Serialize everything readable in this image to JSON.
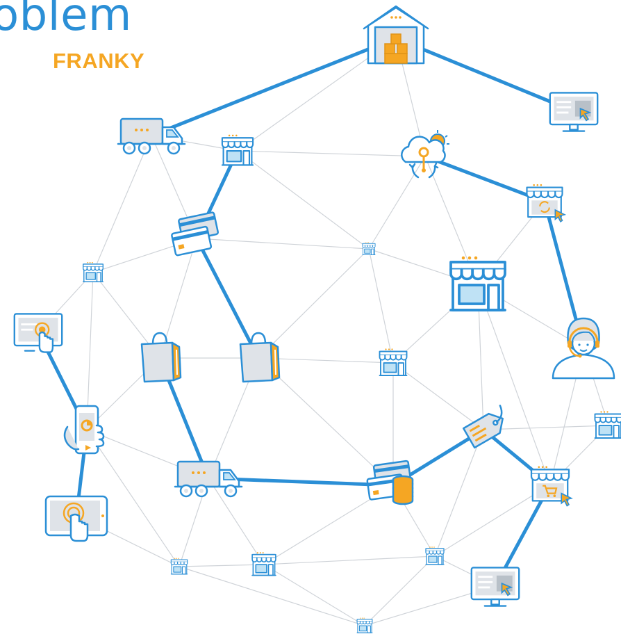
{
  "header": {
    "title": "oblem",
    "subtitle": "FRANKY"
  },
  "colors": {
    "primary_blue": "#2b8fd6",
    "accent_orange": "#f5a623",
    "fill_gray": "#dfe3e8",
    "thin_line": "#cfd3d8"
  },
  "nodes": [
    {
      "id": "warehouse",
      "icon": "warehouse-icon"
    },
    {
      "id": "desktop-top-right",
      "icon": "desktop-monitor-icon"
    },
    {
      "id": "truck-top",
      "icon": "delivery-truck-icon"
    },
    {
      "id": "store-top",
      "icon": "storefront-icon"
    },
    {
      "id": "cloud-sync",
      "icon": "cloud-sync-icon"
    },
    {
      "id": "store-sync",
      "icon": "storefront-sync-icon"
    },
    {
      "id": "credit-cards",
      "icon": "credit-card-icon"
    },
    {
      "id": "store-small-center",
      "icon": "storefront-icon"
    },
    {
      "id": "store-large",
      "icon": "storefront-icon"
    },
    {
      "id": "store-small-left",
      "icon": "storefront-icon"
    },
    {
      "id": "desktop-touch-left",
      "icon": "desktop-touch-icon"
    },
    {
      "id": "shopping-bag-1",
      "icon": "shopping-bag-icon"
    },
    {
      "id": "shopping-bag-2",
      "icon": "shopping-bag-icon"
    },
    {
      "id": "support-agent",
      "icon": "customer-support-icon"
    },
    {
      "id": "store-mid",
      "icon": "storefront-icon"
    },
    {
      "id": "phone",
      "icon": "smartphone-icon"
    },
    {
      "id": "price-tag",
      "icon": "price-tag-icon"
    },
    {
      "id": "store-right-edge",
      "icon": "storefront-icon"
    },
    {
      "id": "truck-bottom",
      "icon": "delivery-truck-icon"
    },
    {
      "id": "cards-coins",
      "icon": "payment-coins-icon"
    },
    {
      "id": "store-cart",
      "icon": "storefront-cart-icon"
    },
    {
      "id": "tablet",
      "icon": "tablet-touch-icon"
    },
    {
      "id": "store-bottom-1",
      "icon": "storefront-icon"
    },
    {
      "id": "store-bottom-2",
      "icon": "storefront-icon"
    },
    {
      "id": "store-bottom-3",
      "icon": "storefront-icon"
    },
    {
      "id": "desktop-bottom-right",
      "icon": "desktop-monitor-icon"
    },
    {
      "id": "store-bottom-4",
      "icon": "storefront-icon"
    }
  ]
}
